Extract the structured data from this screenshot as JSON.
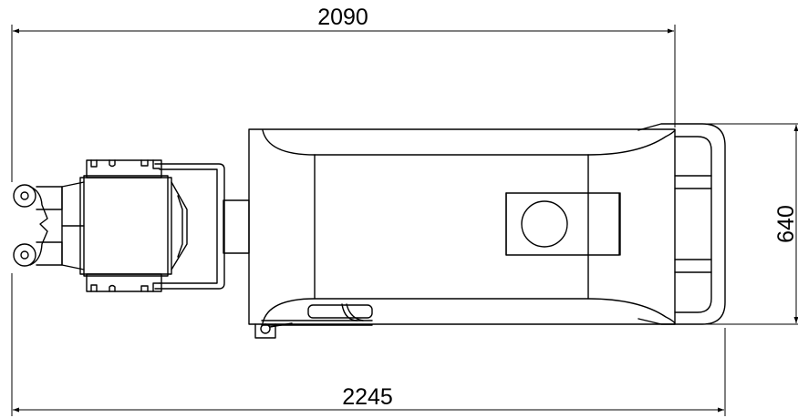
{
  "dimensions": {
    "top_width": "2090",
    "bottom_width": "2245",
    "right_height": "640"
  }
}
